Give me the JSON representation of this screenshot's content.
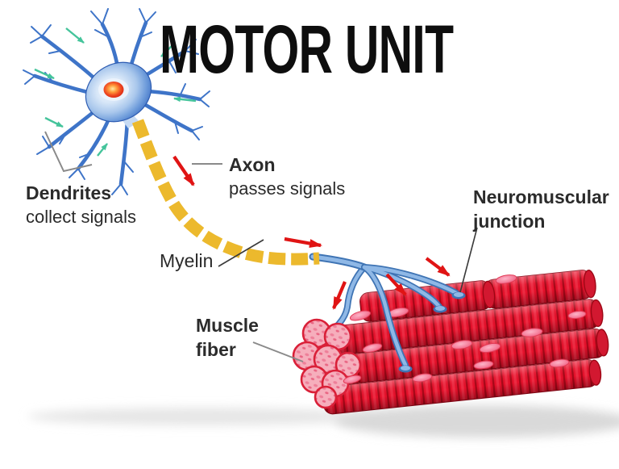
{
  "title": "MOTOR UNIT",
  "labels": {
    "dendrites": {
      "heading": "Dendrites",
      "sub": "collect signals"
    },
    "axon": {
      "heading": "Axon",
      "sub": "passes signals"
    },
    "myelin": {
      "text": "Myelin"
    },
    "neuromuscular_junction": {
      "line1": "Neuromuscular",
      "line2": "junction"
    },
    "muscle_fiber": {
      "line1": "Muscle",
      "line2": "fiber"
    }
  },
  "icons": {
    "green_arrows": "incoming-signal-arrow-icon",
    "red_arrows": "signal-direction-arrow-icon"
  },
  "colors": {
    "background": "#ffffff",
    "title_ink": "#0e0e0e",
    "label_ink": "#2b2b2b",
    "pointer_gray": "#8a8a8a",
    "pointer_dark": "#3a3a3a",
    "neuron_blue": "#3e74c8",
    "myelin_gold": "#ecb92d",
    "axon_blue_dark": "#3f74b4",
    "axon_blue_light": "#8fb8e6",
    "signal_red": "#e01414",
    "signal_green": "#45c49b",
    "muscle_red": "#e5112b",
    "muscle_groove": "#a80818",
    "nucleus_pink": "#f6aebc"
  }
}
